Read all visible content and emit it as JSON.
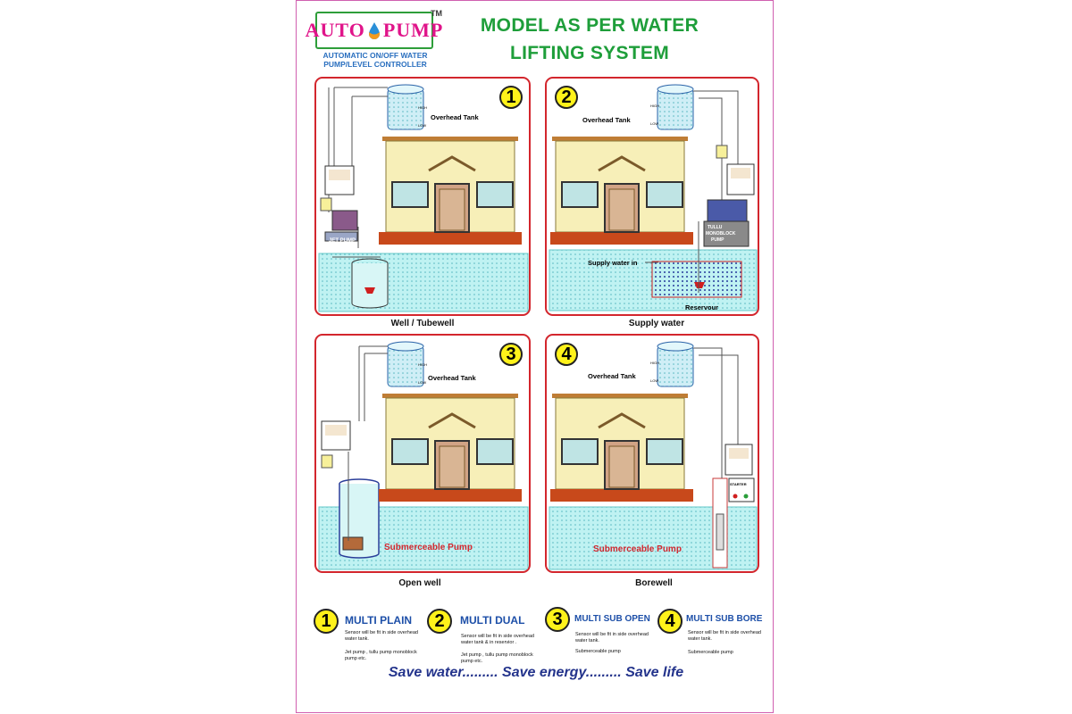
{
  "logo": {
    "left": "AUTO",
    "right": "PUMP",
    "tm": "TM",
    "sub1": "AUTOMATIC ON/OFF WATER",
    "sub2": "PUMP/LEVEL CONTROLLER"
  },
  "title": {
    "line1": "MODEL AS PER WATER",
    "line2": "LIFTING SYSTEM"
  },
  "panels": [
    {
      "number": "1",
      "caption": "Well / Tubewell",
      "tank_label": "Overhead Tank",
      "pump_label": "JET PUMP",
      "high": "HIGH",
      "low": "LOW"
    },
    {
      "number": "2",
      "caption": "Supply water",
      "tank_label": "Overhead Tank",
      "pump_label1": "TULLU",
      "pump_label2": "MONOBLOCK",
      "pump_label3": "PUMP",
      "supply_label": "Supply water in",
      "reservoir_label": "Reservour",
      "high": "HIGH",
      "low": "LOW"
    },
    {
      "number": "3",
      "caption": "Open well",
      "tank_label": "Overhead Tank",
      "pump_label": "Submerceable Pump",
      "high": "HIGH",
      "low": "LOW"
    },
    {
      "number": "4",
      "caption": "Borewell",
      "tank_label": "Overhead Tank",
      "pump_label": "Submerceable Pump",
      "starter": "STARTER",
      "high": "HIGH",
      "low": "LOW"
    }
  ],
  "legend": [
    {
      "number": "1",
      "title": "MULTI PLAIN",
      "note1": "Sensor will be fit in side overhead water tank.",
      "note2": "Jet pump , tullu pump monoblock pump etc."
    },
    {
      "number": "2",
      "title": "MULTI  DUAL",
      "note1": "Sensor will be fit in side overhead water tank & in reservior .",
      "note2": "Jet pump , tullu pump monoblock pump etc."
    },
    {
      "number": "3",
      "title": "MULTI SUB OPEN",
      "note1": "Sensor will be fit in side overhead water tank.",
      "note2": "Submerceable pump"
    },
    {
      "number": "4",
      "title": "MULTI SUB BORE",
      "note1": "Sensor will be fit in side overhead water tank.",
      "note2": "Submerceable pump"
    }
  ],
  "tagline": "Save water......... Save energy......... Save life",
  "colors": {
    "title_green": "#1e9e3a",
    "logo_pink": "#e0148a",
    "panel_red": "#d3262d",
    "legend_blue": "#1d4fa8",
    "badge_yellow": "#fff21a",
    "water_cyan": "#7fe3e3"
  }
}
